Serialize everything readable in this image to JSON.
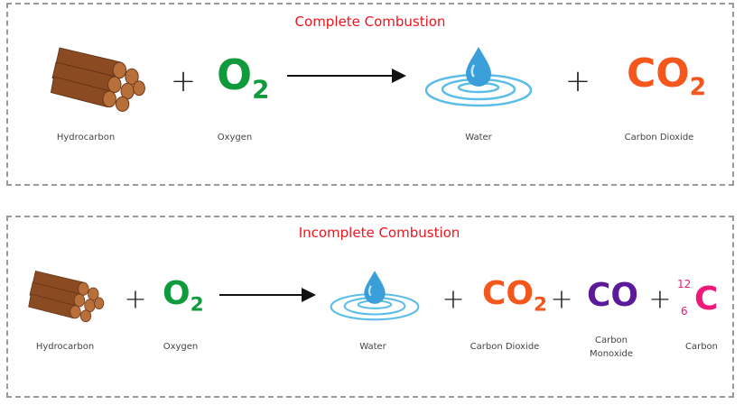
{
  "complete": {
    "title": "Complete Combustion",
    "reactants": [
      {
        "formula": "O",
        "sub": "2",
        "label": "Oxygen"
      }
    ],
    "hydrocarbon_label": "Hydrocarbon",
    "water_label": "Water",
    "co2": {
      "formula": "CO",
      "sub": "2",
      "label": "Carbon Dioxide"
    },
    "plus": "+"
  },
  "incomplete": {
    "title": "Incomplete Combustion",
    "hydrocarbon_label": "Hydrocarbon",
    "oxygen": {
      "formula": "O",
      "sub": "2",
      "label": "Oxygen"
    },
    "water_label": "Water",
    "co2": {
      "formula": "CO",
      "sub": "2",
      "label": "Carbon Dioxide"
    },
    "co": {
      "formula": "CO",
      "label_line1": "Carbon",
      "label_line2": "Monoxide"
    },
    "carbon": {
      "symbol": "C",
      "mass": "12",
      "number": "6",
      "label": "Carbon"
    },
    "plus": "+"
  },
  "colors": {
    "title": "#f0141e",
    "oxygen": "#0f9a3c",
    "co2": "#f4561c",
    "co": "#5a1a9a",
    "carbon": "#ee1a7a"
  }
}
